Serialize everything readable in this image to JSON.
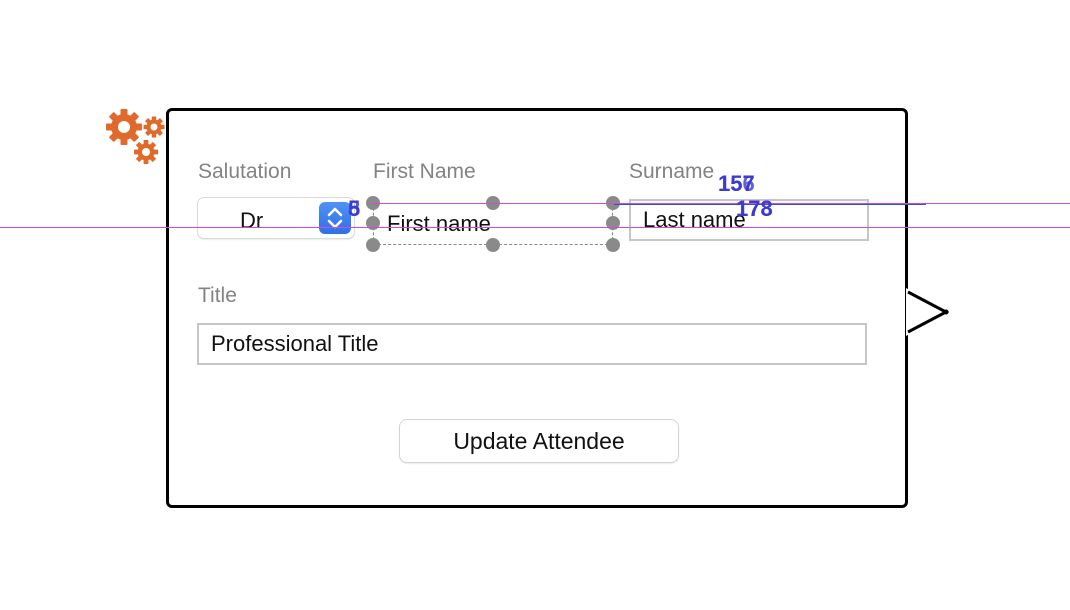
{
  "form": {
    "salutation_label": "Salutation",
    "salutation_value": "Dr",
    "first_name_label": "First Name",
    "first_name_placeholder": "First name",
    "surname_label": "Surname",
    "surname_placeholder": "Last name",
    "title_label": "Title",
    "title_placeholder": "Professional Title",
    "update_button_label": "Update Attendee"
  },
  "layout_guides": {
    "left_spacing_a": "5",
    "left_spacing_b": "8",
    "top_measure_a": "157",
    "top_measure_b": "156",
    "bottom_measure_a": "178",
    "bottom_measure_b": "173"
  },
  "colors": {
    "gear": "#e06a2c",
    "stepper_accent": "#3a7cf0",
    "guide_magenta": "#d04cd8",
    "measure_blue": "#3d3ad0"
  },
  "icons": {
    "gears": "gears-icon",
    "stepper": "chevron-up-down-icon"
  }
}
